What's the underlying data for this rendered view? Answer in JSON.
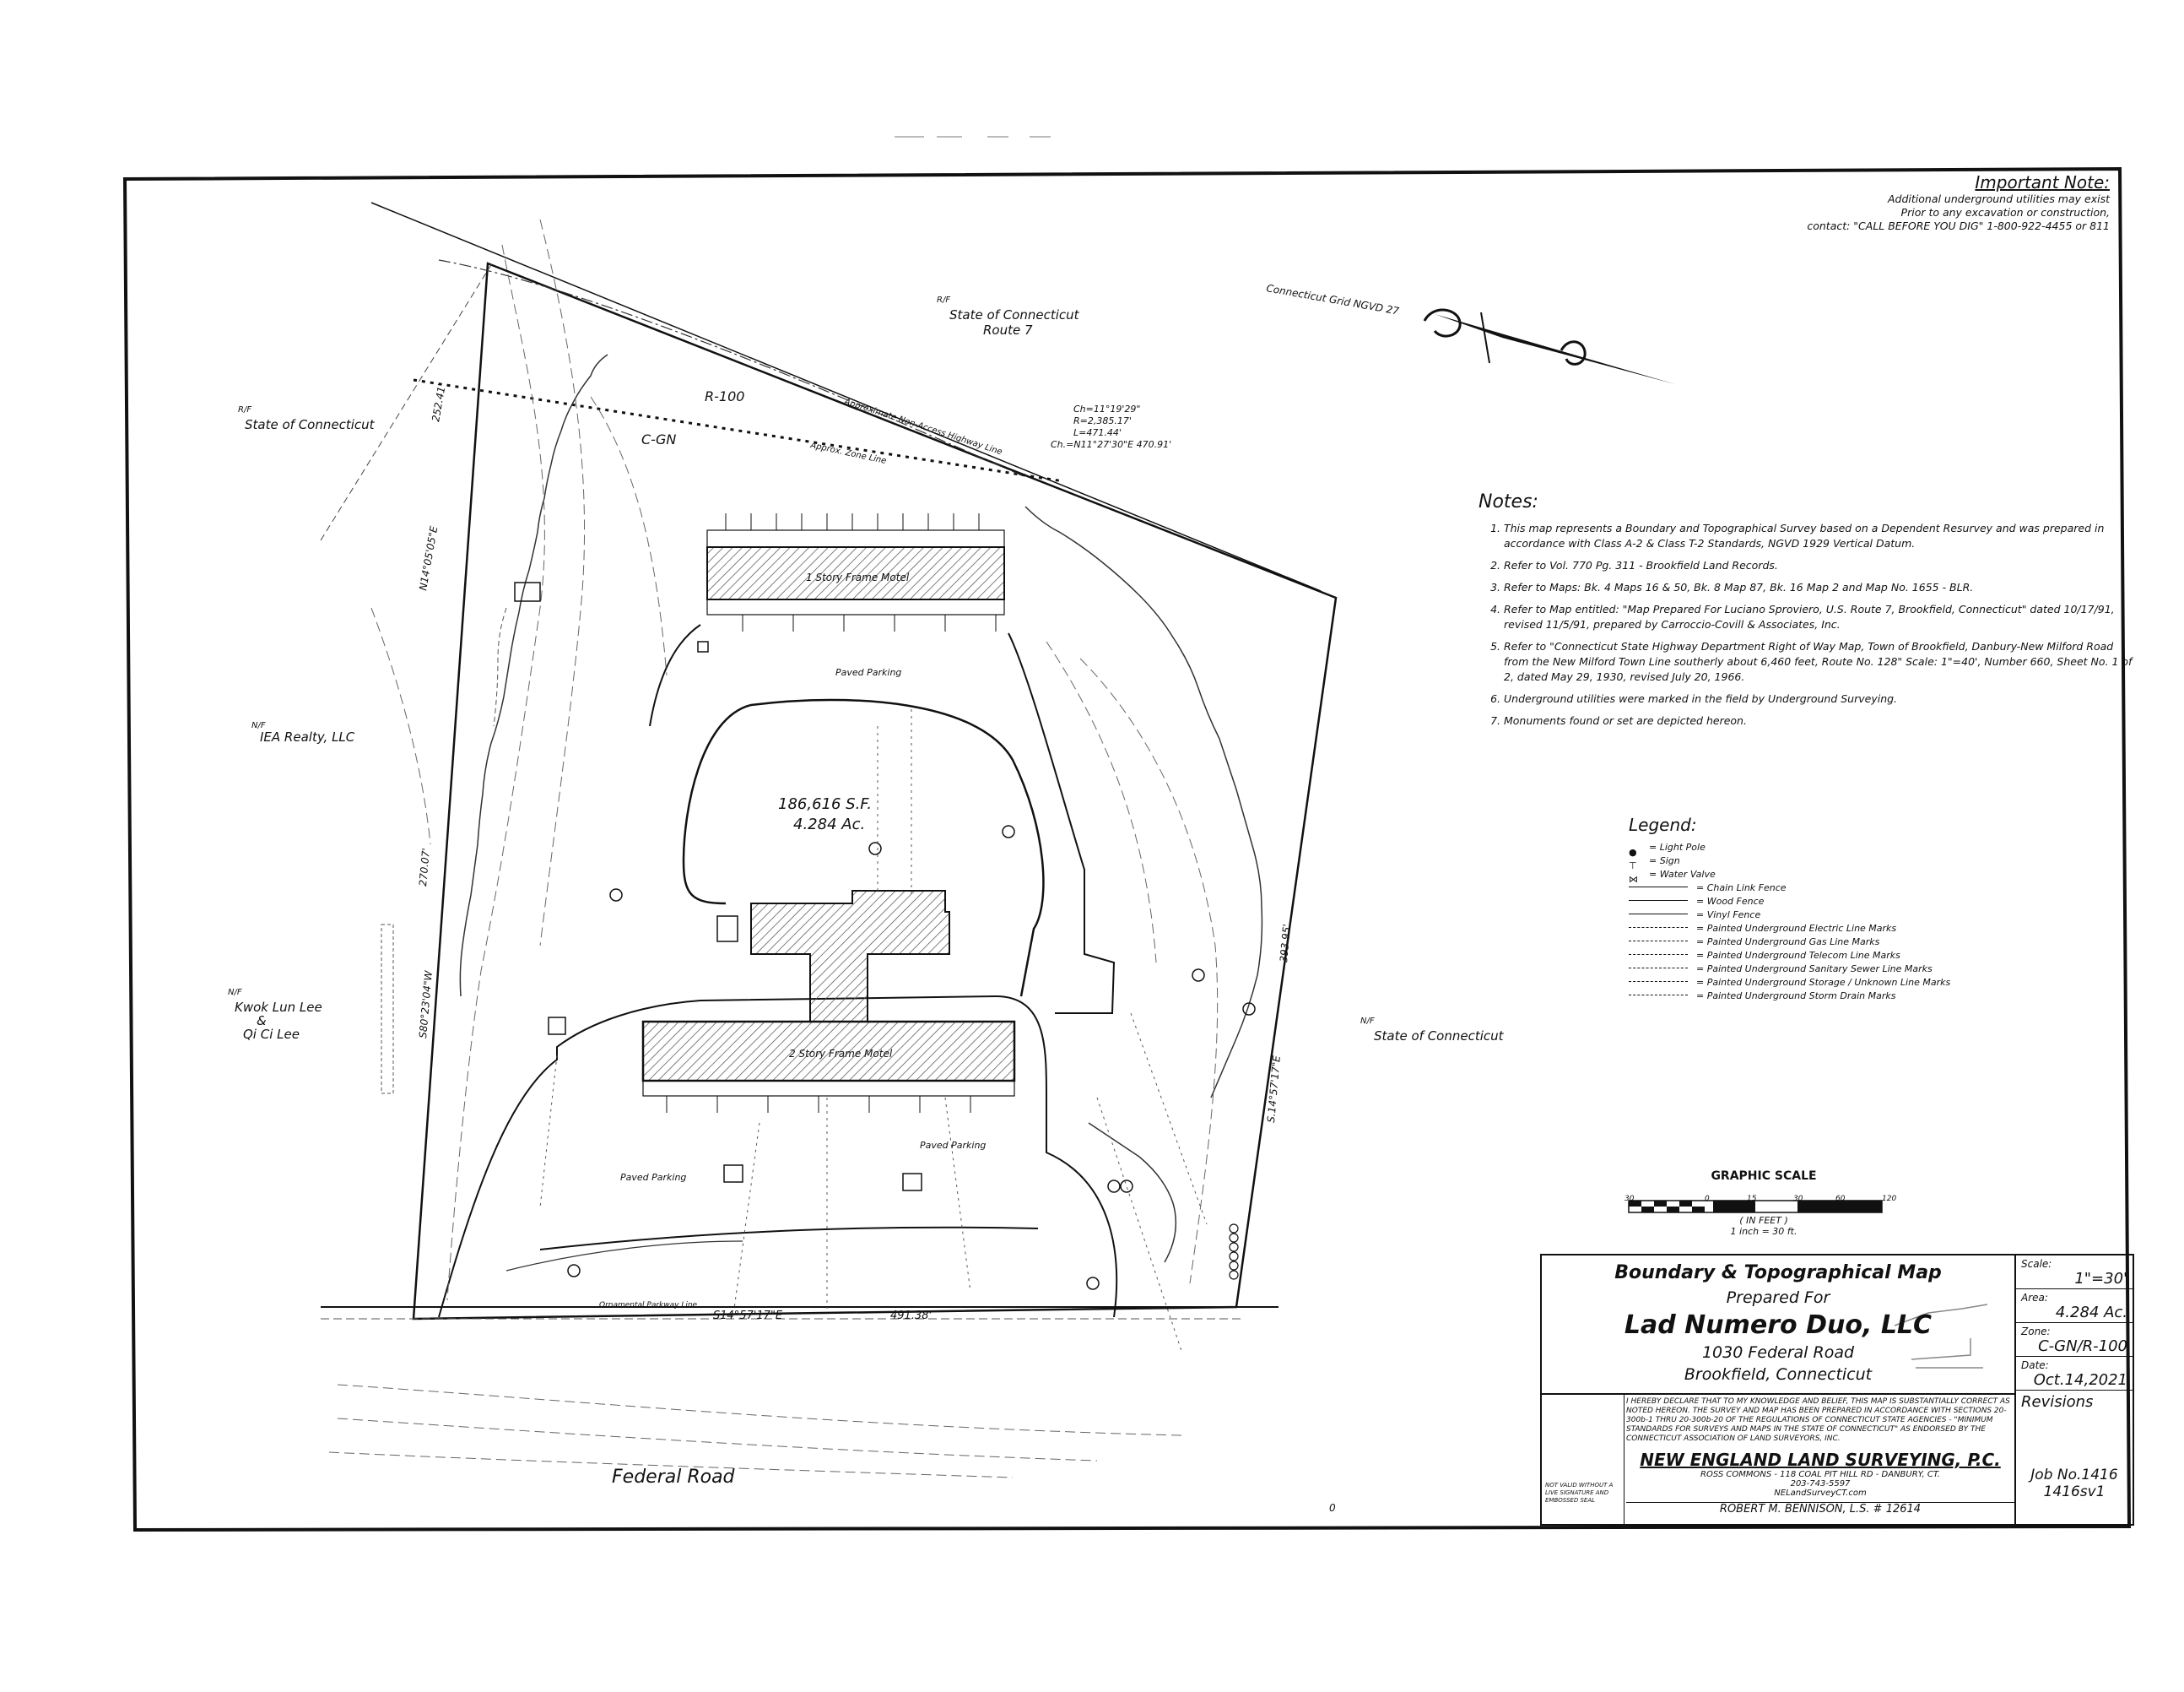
{
  "important_note": {
    "title": "Important Note:",
    "lines": [
      "Additional underground utilities may exist",
      "Prior to any excavation or construction,",
      "contact: \"CALL BEFORE YOU DIG\" 1-800-922-4455 or 811"
    ]
  },
  "north_arrow": {
    "label": "Connecticut Grid NGVD 27"
  },
  "map_labels": {
    "state_route7": "State of Connecticut",
    "route7": "Route 7",
    "rf_1": "R/F",
    "state_left": "State of Connecticut",
    "rf_2": "R/F",
    "r100": "R-100",
    "cgn": "C-GN",
    "zone_line": "Approx. Zone Line",
    "mmv_line": "Approximate Non-Access Highway Line",
    "curve_data": [
      "Ch=11°19'29\"",
      "R=2,385.17'",
      "L=471.44'",
      "Ch.=N11°27'30\"E 470.91'"
    ],
    "realty": "IEA Realty, LLC",
    "nf_realty": "N/F",
    "area_sf": "186,616 S.F.",
    "area_ac": "4.284 Ac.",
    "motel_1": "1 Story Frame Motel",
    "motel_2": "2 Story Frame Motel",
    "kwok": "Kwok Lun Lee",
    "amp": "&",
    "ci_lee": "Qi Ci Lee",
    "nf_kwok": "N/F",
    "state_right": "State of Connecticut",
    "nf_right": "N/F",
    "paved_parking_1": "Paved Parking",
    "paved_parking_2": "Paved Parking",
    "paved_parking_3": "Paved Parking",
    "federal_road": "Federal Road",
    "bearing_bottom": "S14°57'17\"E",
    "dist_bottom": "491.38'",
    "dim_left_top": "252.41'",
    "dim_left_mid": "270.07'",
    "dim_right": "393.95'",
    "bearing_left_top": "N14°05'05\"E",
    "bearing_left_mid": "S80°23'04\"W",
    "bearing_right": "S.14°57'17\"E",
    "bm": "Ornamental Parkway Line",
    "zero": "0"
  },
  "notes": {
    "title": "Notes:",
    "items": [
      "This map represents a Boundary and Topographical Survey based on a Dependent Resurvey and was prepared in accordance with Class A-2 & Class T-2 Standards, NGVD 1929 Vertical Datum.",
      "Refer to Vol. 770 Pg. 311 - Brookfield Land Records.",
      "Refer to Maps: Bk. 4 Maps 16 & 50, Bk. 8 Map 87, Bk. 16 Map 2 and Map No. 1655 - BLR.",
      "Refer to Map entitled: \"Map Prepared For Luciano Sproviero, U.S. Route 7, Brookfield, Connecticut\" dated 10/17/91, revised 11/5/91, prepared by Carroccio-Covill & Associates, Inc.",
      "Refer to \"Connecticut State Highway Department Right of Way Map, Town of Brookfield, Danbury-New Milford Road from the New Milford Town Line southerly about 6,460 feet, Route No. 128\" Scale: 1\"=40', Number 660, Sheet No. 1 of 2, dated May 29, 1930, revised July 20, 1966.",
      "Underground utilities were marked in the field by Underground Surveying.",
      "Monuments found or set are depicted hereon."
    ]
  },
  "legend": {
    "title": "Legend:",
    "items": [
      "= Light Pole",
      "= Sign",
      "= Water Valve",
      "= Chain Link Fence",
      "= Wood Fence",
      "= Vinyl Fence",
      "= Painted Underground Electric Line Marks",
      "= Painted Underground Gas Line Marks",
      "= Painted Underground Telecom Line Marks",
      "= Painted Underground Sanitary Sewer Line Marks",
      "= Painted Underground Storage / Unknown Line Marks",
      "= Painted Underground Storm Drain Marks"
    ]
  },
  "graphic_scale": {
    "title": "GRAPHIC SCALE",
    "ticks": [
      "30",
      "0",
      "15",
      "30",
      "60",
      "120"
    ],
    "unit": "( IN FEET )",
    "ratio": "1 inch = 30 ft."
  },
  "title_block": {
    "title": "Boundary & Topographical Map",
    "prepared": "Prepared For",
    "client": "Lad Numero Duo, LLC",
    "address": "1030 Federal Road",
    "town": "Brookfield, Connecticut",
    "scale_k": "Scale:",
    "scale_v": "1\"=30'",
    "area_k": "Area:",
    "area_v": "4.284 Ac.",
    "zone_k": "Zone:",
    "zone_v": "C-GN/R-100",
    "date_k": "Date:",
    "date_v": "Oct.14,2021",
    "revisions": "Revisions",
    "cert": "I HEREBY DECLARE THAT TO MY KNOWLEDGE AND BELIEF, THIS MAP IS SUBSTANTIALLY CORRECT AS NOTED HEREON. THE SURVEY AND MAP HAS BEEN PREPARED IN ACCORDANCE WITH SECTIONS 20-300b-1 THRU 20-300b-20 OF THE REGULATIONS OF CONNECTICUT STATE AGENCIES - \"MINIMUM STANDARDS FOR SURVEYS AND MAPS IN THE STATE OF CONNECTICUT\" AS ENDORSED BY THE CONNECTICUT ASSOCIATION OF LAND SURVEYORS, INC.",
    "firm": "NEW ENGLAND LAND SURVEYING, P.C.",
    "firm_addr": "ROSS COMMONS - 118 COAL PIT HILL RD - DANBURY, CT.",
    "firm_phone": "203-743-5597",
    "firm_web": "NELandSurveyCT.com",
    "surveyor": "ROBERT M. BENNISON, L.S. # 12614",
    "small_note": "NOT VALID WITHOUT A LIVE SIGNATURE AND EMBOSSED SEAL",
    "job": "Job No.1416",
    "file": "1416sv1"
  }
}
